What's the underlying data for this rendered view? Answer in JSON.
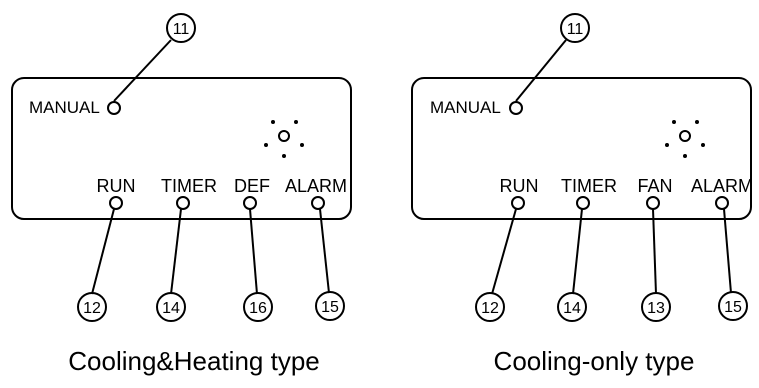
{
  "panels": [
    {
      "caption": "Cooling&Heating type",
      "manual_label": "MANUAL",
      "manual_callout": "11",
      "indicators": [
        {
          "label": "RUN",
          "callout": "12"
        },
        {
          "label": "TIMER",
          "callout": "14"
        },
        {
          "label": "DEF",
          "callout": "16"
        },
        {
          "label": "ALARM",
          "callout": "15"
        }
      ]
    },
    {
      "caption": "Cooling-only type",
      "manual_label": "MANUAL",
      "manual_callout": "11",
      "indicators": [
        {
          "label": "RUN",
          "callout": "12"
        },
        {
          "label": "TIMER",
          "callout": "14"
        },
        {
          "label": "FAN",
          "callout": "13"
        },
        {
          "label": "ALARM",
          "callout": "15"
        }
      ]
    }
  ]
}
